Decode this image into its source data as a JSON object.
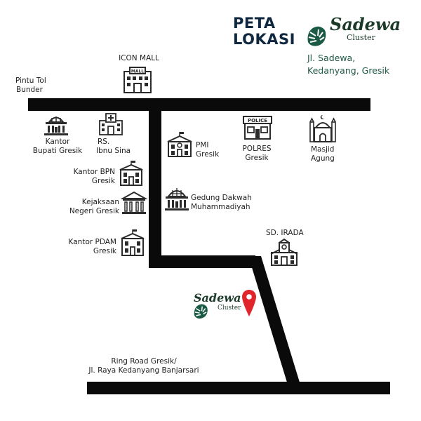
{
  "header": {
    "title_line1": "PETA",
    "title_line2": "LOKASI",
    "brand_name": "Sadewa",
    "brand_sub": "Cluster",
    "address_line1": "Jl. Sadewa,",
    "address_line2": "Kedanyang, Gresik"
  },
  "roads": {
    "toll_line1": "Pintu Tol",
    "toll_line2": "Bunder",
    "ring_line1": "Ring Road Gresik/",
    "ring_line2": "Jl. Raya Kedanyang Banjarsari"
  },
  "landmarks": {
    "icon_mall": "ICON MALL",
    "mall_sign": "MALL",
    "kantor_bupati_1": "Kantor",
    "kantor_bupati_2": "Bupati Gresik",
    "rs_1": "RS.",
    "rs_2": "Ibnu Sina",
    "kantor_bpn_1": "Kantor BPN",
    "kantor_bpn_2": "Gresik",
    "kejaksaan_1": "Kejaksaan",
    "kejaksaan_2": "Negeri Gresik",
    "kantor_pdam_1": "Kantor PDAM",
    "kantor_pdam_2": "Gresik",
    "pmi_1": "PMI",
    "pmi_2": "Gresik",
    "dakwah_1": "Gedung Dakwah",
    "dakwah_2": "Muhammadiyah",
    "polres_1": "POLRES",
    "polres_2": "Gresik",
    "police_sign": "POLICE",
    "masjid_1": "Masjid",
    "masjid_2": "Agung",
    "sd_irada": "SD. IRADA"
  },
  "marker": {
    "brand_name": "Sadewa",
    "brand_sub": "Cluster",
    "pin_color": "#e0262b"
  },
  "colors": {
    "road": "#0a0a0a",
    "title": "#0f2840",
    "brand": "#1b3a2a",
    "address": "#1f5a46",
    "icon": "#2b2b2b"
  }
}
